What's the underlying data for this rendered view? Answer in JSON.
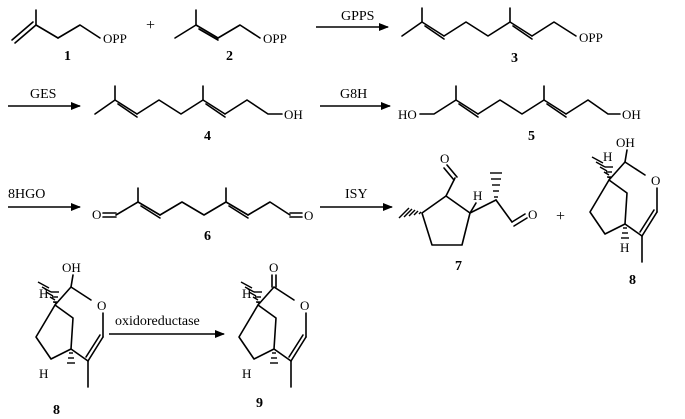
{
  "labels": {
    "opp": "OPP",
    "oh": "OH",
    "ho": "HO",
    "o": "O",
    "h": "H",
    "plus": "+"
  },
  "compounds": [
    "1",
    "2",
    "3",
    "4",
    "5",
    "6",
    "7",
    "8",
    "8",
    "9"
  ],
  "enzymes": {
    "gpps": "GPPS",
    "ges": "GES",
    "g8h": "G8H",
    "hgo": "8HGO",
    "isy": "ISY",
    "oxidoreductase": "oxidoreductase"
  }
}
